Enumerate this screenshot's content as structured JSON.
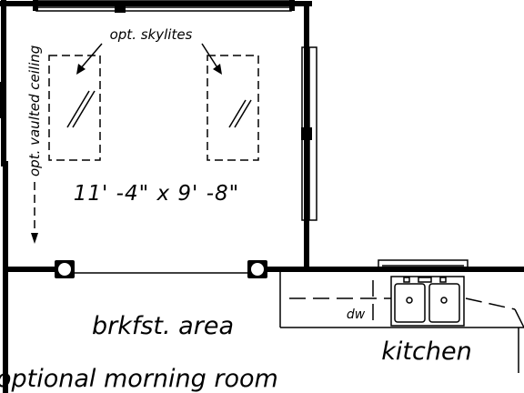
{
  "labels": {
    "skylites": "opt. skylites",
    "vaulted_ceiling": "opt. vaulted ceiling",
    "dimensions": "11' -4\" x 9' -8\"",
    "breakfast_area": "brkfst. area",
    "kitchen": "kitchen",
    "dishwasher": "dw",
    "morning_room": "optional morning room"
  }
}
